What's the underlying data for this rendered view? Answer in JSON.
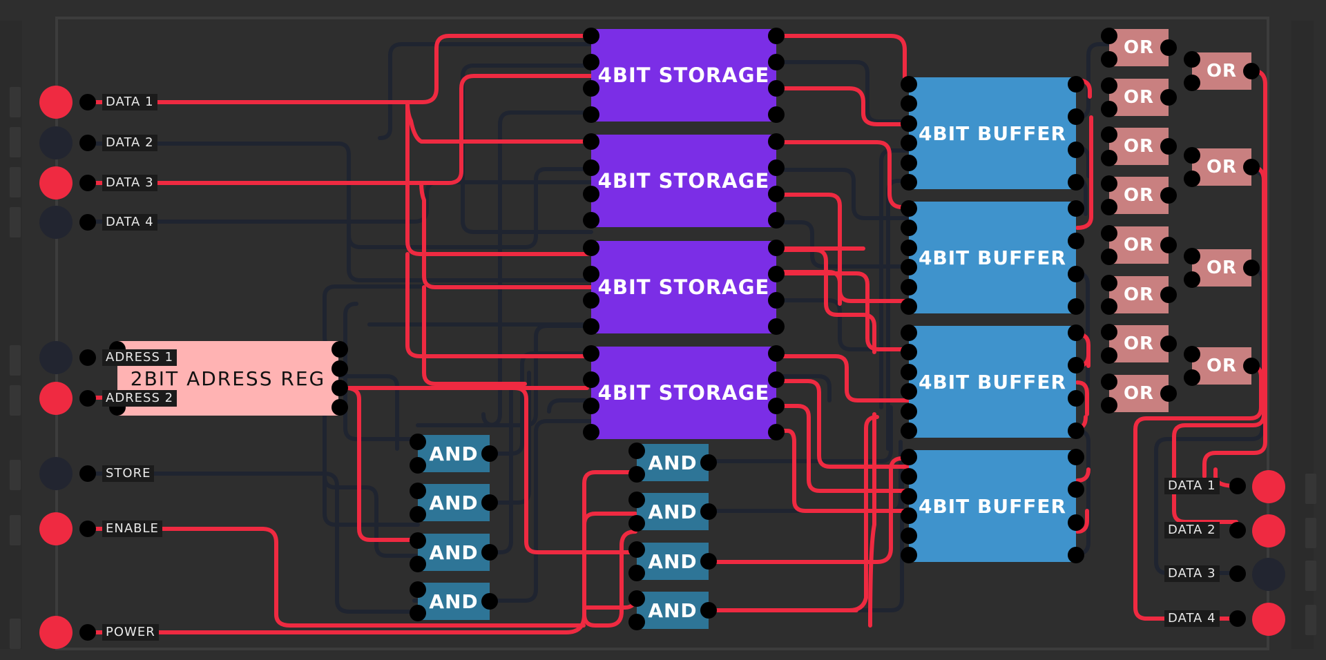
{
  "colors": {
    "background": "#2e2e2e",
    "wire_on": "#ef2a41",
    "wire_off": "#1f2430",
    "pin_on": "#ef2a41",
    "pin_off": "#222530",
    "storage": "#7b2ee6",
    "buffer": "#3f93cc",
    "address_register": "#ffb3b3",
    "and_gate": "#2e7597",
    "or_gate": "#c98080"
  },
  "inputs": [
    {
      "label": "DATA 1",
      "on": true
    },
    {
      "label": "DATA 2",
      "on": false
    },
    {
      "label": "DATA 3",
      "on": true
    },
    {
      "label": "DATA 4",
      "on": false
    },
    {
      "label": "ADRESS 1",
      "on": false
    },
    {
      "label": "ADRESS 2",
      "on": true
    },
    {
      "label": "STORE",
      "on": false
    },
    {
      "label": "ENABLE",
      "on": true
    },
    {
      "label": "POWER",
      "on": true
    }
  ],
  "outputs": [
    {
      "label": "DATA 1",
      "on": true
    },
    {
      "label": "DATA 2",
      "on": true
    },
    {
      "label": "DATA 3",
      "on": false
    },
    {
      "label": "DATA 4",
      "on": true
    }
  ],
  "chips": {
    "address_register": "2BIT ADRESS REG",
    "storage": [
      "4BIT STORAGE",
      "4BIT STORAGE",
      "4BIT STORAGE",
      "4BIT STORAGE"
    ],
    "buffer": [
      "4BIT BUFFER",
      "4BIT BUFFER",
      "4BIT BUFFER",
      "4BIT BUFFER"
    ],
    "and_left": [
      "AND",
      "AND",
      "AND",
      "AND"
    ],
    "and_right": [
      "AND",
      "AND",
      "AND",
      "AND"
    ],
    "or_first": [
      "OR",
      "OR",
      "OR",
      "OR",
      "OR",
      "OR",
      "OR",
      "OR"
    ],
    "or_second": [
      "OR",
      "OR",
      "OR",
      "OR"
    ]
  }
}
